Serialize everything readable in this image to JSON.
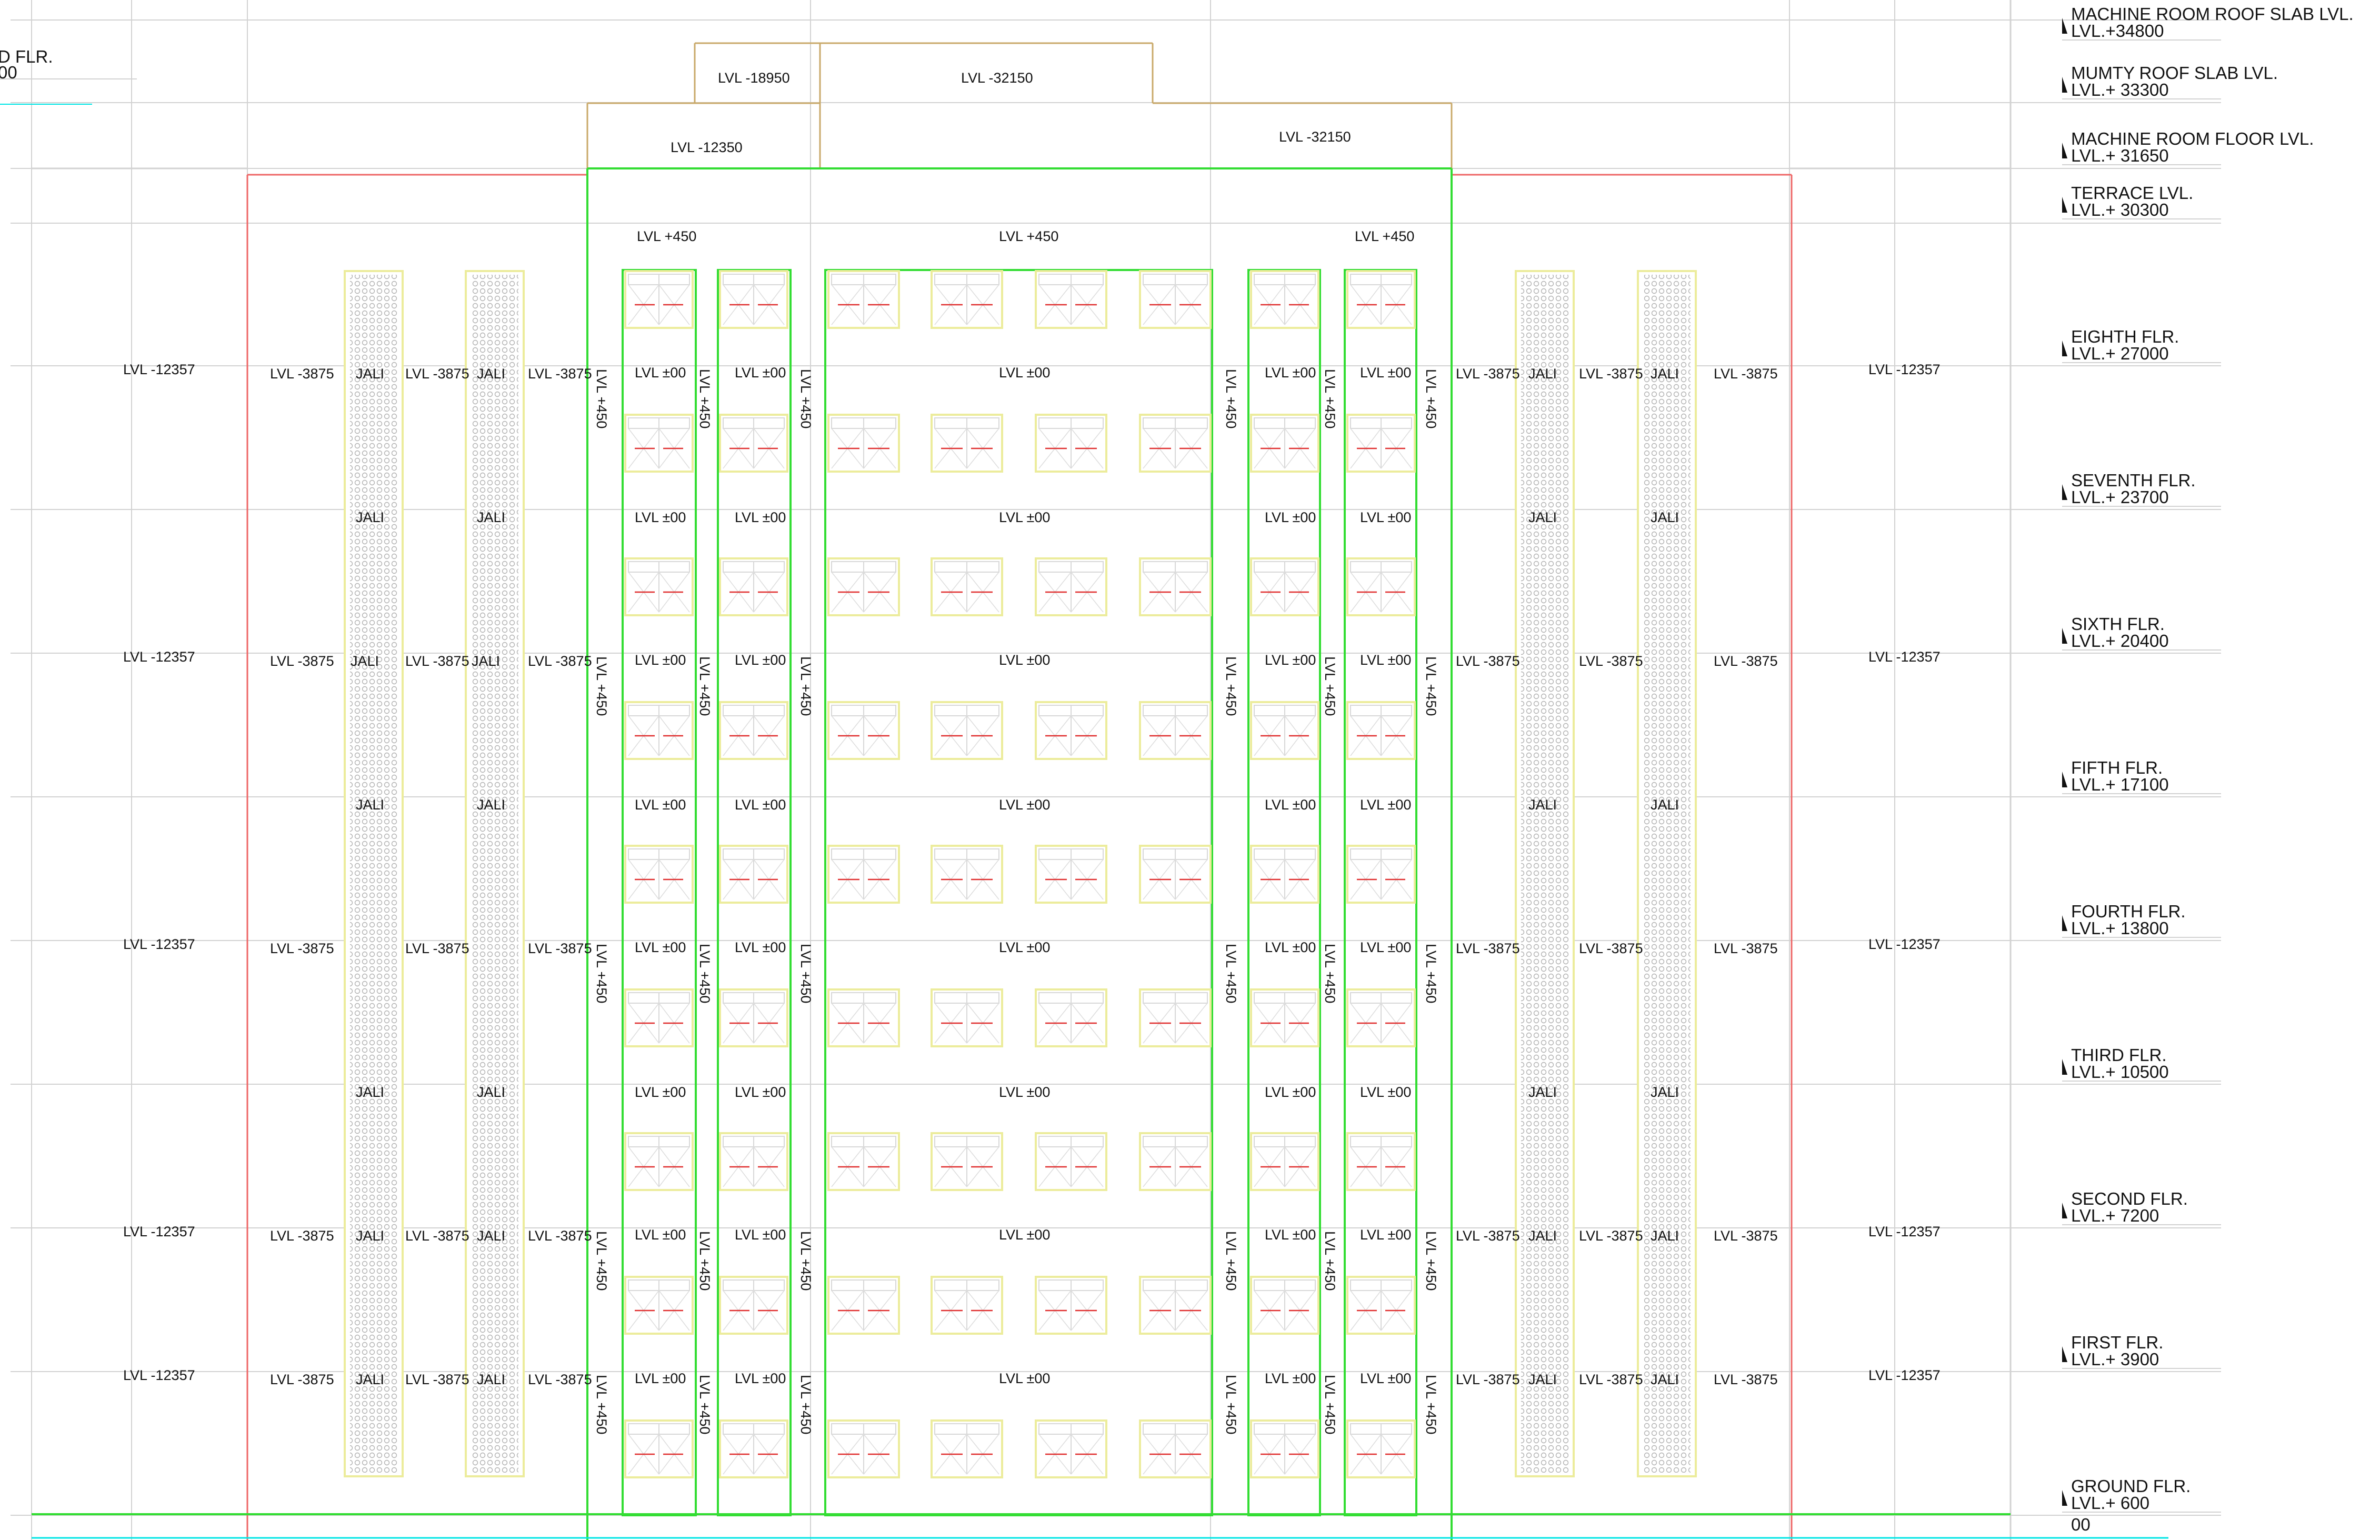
{
  "drawing": {
    "colors": {
      "outline_green": "#33dd33",
      "outline_red": "#ee6666",
      "outline_brown": "#c9a96a",
      "grid_gray": "#d2d2d2",
      "window_yellow": "#ecec9c",
      "arrow_red": "#e03030",
      "cyan_line": "#00e5e5"
    },
    "partial_label": {
      "line1": "D FLR.",
      "line2": "00"
    },
    "bottom_partial_value": "00",
    "floor_levels": [
      {
        "name": "MACHINE ROOM ROOF SLAB LVL.",
        "value": "LVL.+34800"
      },
      {
        "name": "MUMTY ROOF SLAB LVL.",
        "value": "LVL.+ 33300"
      },
      {
        "name": "MACHINE ROOM FLOOR LVL.",
        "value": "LVL.+ 31650"
      },
      {
        "name": "TERRACE LVL.",
        "value": "LVL.+ 30300"
      },
      {
        "name": "EIGHTH FLR.",
        "value": "LVL.+ 27000"
      },
      {
        "name": "SEVENTH FLR.",
        "value": "LVL.+ 23700"
      },
      {
        "name": "SIXTH FLR.",
        "value": "LVL.+ 20400"
      },
      {
        "name": "FIFTH FLR.",
        "value": "LVL.+ 17100"
      },
      {
        "name": "FOURTH FLR.",
        "value": "LVL.+ 13800"
      },
      {
        "name": "THIRD FLR.",
        "value": "LVL.+ 10500"
      },
      {
        "name": "SECOND FLR.",
        "value": "LVL.+ 7200"
      },
      {
        "name": "FIRST FLR.",
        "value": "LVL.+ 3900"
      },
      {
        "name": "GROUND FLR.",
        "value": "LVL.+ 600"
      }
    ],
    "top_labels": {
      "mumty_left": "LVL -18950",
      "mumty_right": "LVL -32150",
      "machine_left": "LVL -12350",
      "machine_right": "LVL -32150",
      "terrace_left": "LVL +450",
      "terrace_center": "LVL +450",
      "terrace_right": "LVL +450"
    },
    "labels": {
      "outer_level": "LVL -12357",
      "balcony_level": "LVL -3875",
      "jali": "JALI",
      "room_level": "LVL ±00",
      "vertical_level": "LVL +450"
    }
  }
}
